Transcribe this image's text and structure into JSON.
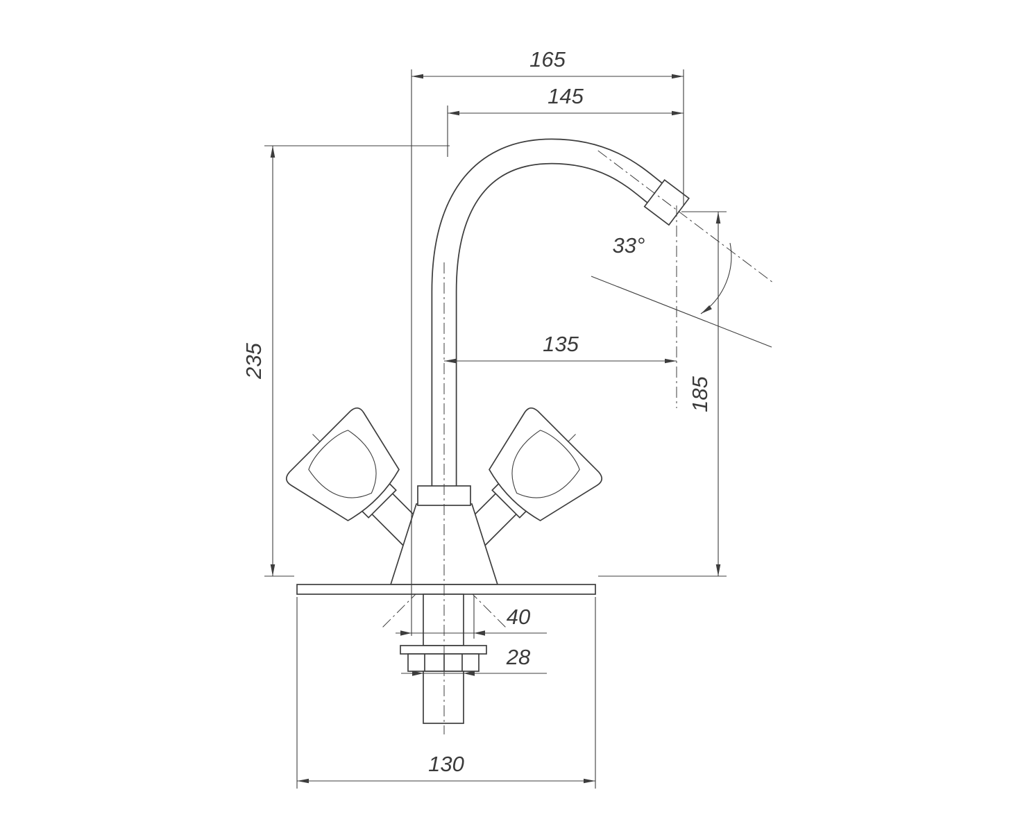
{
  "drawing": {
    "dimensions": {
      "overall_reach": "165",
      "upper_reach": "145",
      "height_above_deck": "235",
      "spout_reach": "135",
      "spout_angle": "33°",
      "outlet_height": "185",
      "body_width": "40",
      "shank_width": "28",
      "base_width": "130"
    },
    "style": {
      "line_color": "#3d3d3d",
      "background": "#ffffff"
    }
  }
}
